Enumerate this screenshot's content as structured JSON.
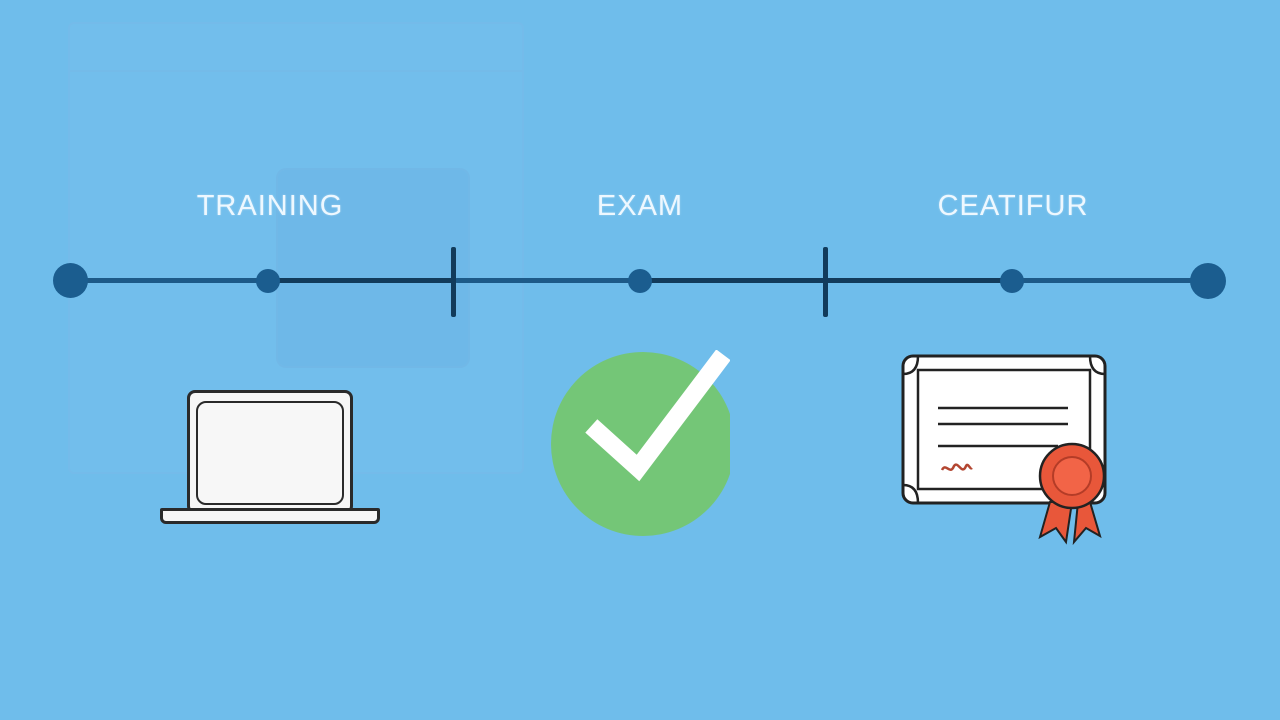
{
  "stages": {
    "training": {
      "label": "TRAINING",
      "icon": "laptop-icon"
    },
    "exam": {
      "label": "EXAM",
      "icon": "check-icon"
    },
    "certification": {
      "label": "CEATIFUR",
      "icon": "certificate-icon"
    }
  },
  "colors": {
    "background": "#6fbdeb",
    "timeline_line": "#1d5a88",
    "timeline_dark": "#123b5b",
    "check_circle": "#74c677",
    "seal": "#e8573a"
  }
}
